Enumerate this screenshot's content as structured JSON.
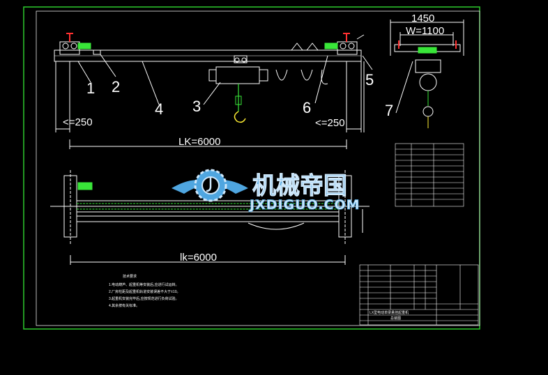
{
  "colors": {
    "background": "#000000",
    "border": "#2ecc2e",
    "lines": "#ffffff",
    "dim_lines": "#ffffff",
    "accent_red": "#ff3030",
    "accent_green": "#39e639",
    "accent_yellow": "#ffee33",
    "watermark_blue": "#4fa6e0"
  },
  "drawing": {
    "part_numbers": [
      "1",
      "2",
      "3",
      "4",
      "5",
      "6",
      "7"
    ],
    "dimensions": {
      "left_offset": "<=250",
      "right_offset": "<=250",
      "span_front": "LK=6000",
      "span_top": "lk=6000",
      "side_width": "1450",
      "side_inner": "W=1100"
    }
  },
  "watermark": {
    "cn": "机械帝国",
    "en": "JXDIGUO.COM",
    "logo_icon": "gear-wings-logo-icon"
  },
  "notes": {
    "title": "技术要求",
    "lines": [
      "1.电动葫芦、起重机等安装后,应进行试运转。",
      "2.厂房柱距及起重机轨道安装误差不大于±10。",
      "3.起重机安装完毕后,应按规范进行负荷试验。",
      "4.其余按有关标准。"
    ]
  },
  "title_block": {
    "title": "LX型电动单梁悬挂起重机",
    "subtitle": "总装图"
  }
}
